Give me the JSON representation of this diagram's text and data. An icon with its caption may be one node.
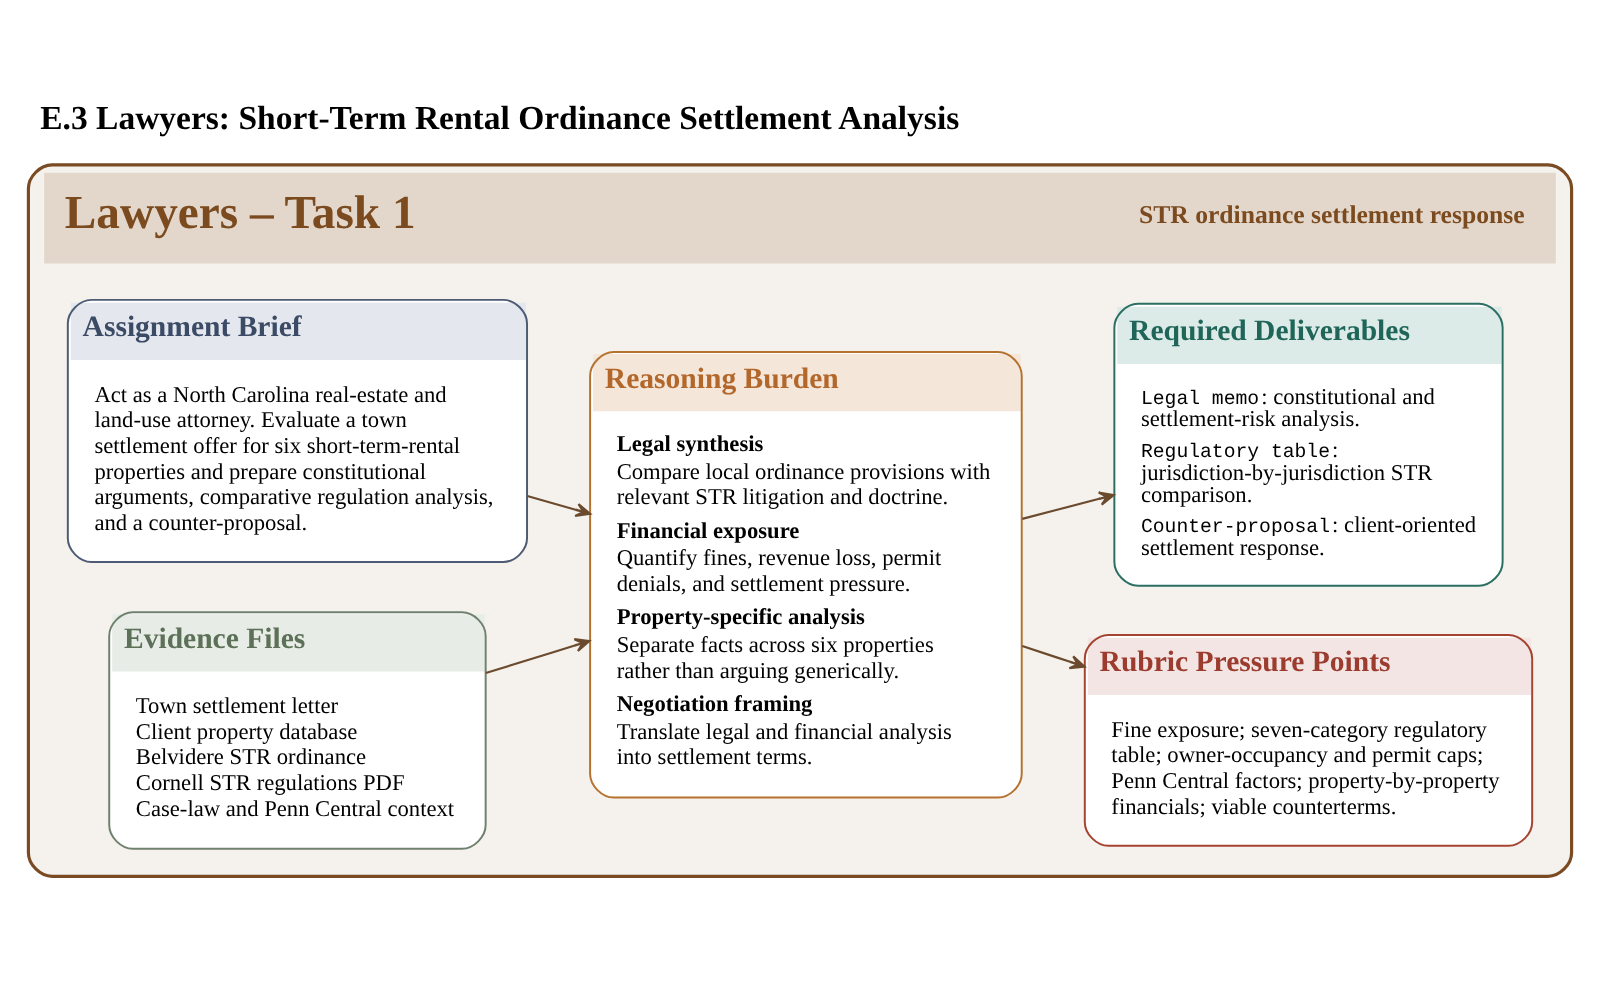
{
  "diagram": {
    "title": "E.3 Lawyers: Short-Term Rental Ordinance Settlement Analysis",
    "nodes": [
      {
        "text": [
          "Lawyers – Task 1",
          "STR ordinance settlement response"
        ]
      },
      {
        "text": [
          "Assignment Brief",
          "Act as a North Carolina real-estate and land-use attorney. Evaluate a town settlement offer for six short-term-rental properties and prepare constitutional arguments, comparative regulation analysis, and a counter-proposal."
        ],
        "in": 0
      },
      {
        "text": [
          "Evidence Files",
          "Town settlement letter",
          "Client property database",
          "Belvidere STR ordinance",
          "Cornell STR regulations PDF",
          "Case-law and Penn Central context"
        ],
        "in": 0
      },
      {
        "text": [
          "Reasoning Burden",
          "Legal synthesis",
          "Compare local ordinance provisions with relevant STR litigation and doctrine.",
          "Financial exposure",
          "Quantify fines, revenue loss, permit denials, and settlement pressure.",
          "Property-specific analysis",
          "Separate facts across six properties rather than arguing generically.",
          "Negotiation framing",
          "Translate legal and financial analysis into settlement terms."
        ],
        "in": 0
      },
      {
        "text": [
          "Required Deliverables",
          "Legal memo: constitutional and settlement-risk analysis.",
          "Regulatory table: jurisdiction-by-jurisdiction STR comparison.",
          "Counter-proposal: client-oriented settlement response."
        ],
        "in": 0
      },
      {
        "text": [
          "Rubric Pressure Points",
          "Fine exposure; seven-category regulatory table; owner-occupancy and permit caps; Penn Central factors; property-by-property financials; viable counterterms."
        ],
        "in": 0
      }
    ],
    "edges": [
      {
        "from": 1,
        "to": 3,
        "arrow": "to"
      },
      {
        "from": 2,
        "to": 3,
        "arrow": "to"
      },
      {
        "from": 3,
        "to": 4,
        "arrow": "to"
      },
      {
        "from": 3,
        "to": 5,
        "arrow": "to"
      }
    ]
  }
}
